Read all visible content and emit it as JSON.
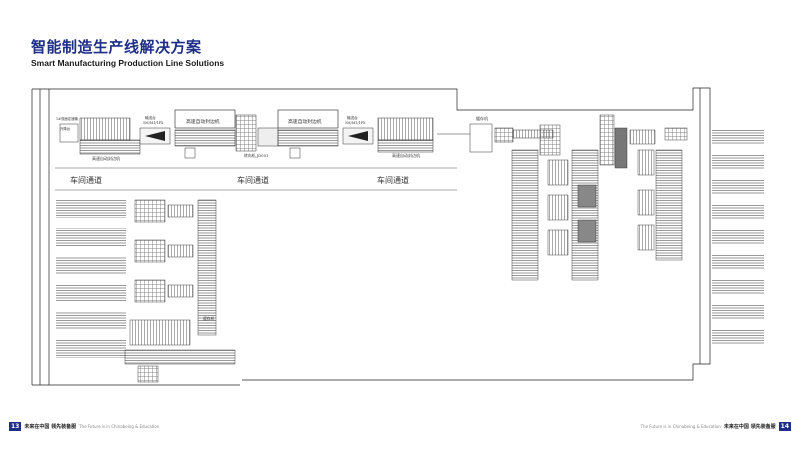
{
  "header": {
    "title": "智能制造生产线解决方案",
    "subtitle": "Smart Manufacturing Production Line Solutions"
  },
  "diagram": {
    "labels": {
      "stacker_left": "1#双面定速输",
      "stacker_left_2": "升降台",
      "edge_bander_left_bottom": "高速自动封边机",
      "conveyor_1": "输送台",
      "conveyor_1_model": "5M/M1/1PX",
      "edge_bander_1": "高速自动封边机",
      "edge_bander_2": "高速自动封边机",
      "conveyor_2": "输送台",
      "conveyor_2_model": "5M/M1/1PX",
      "edge_bander_right_bottom": "高速自动封边机",
      "trim_machine": "转向机,JD001",
      "buffer_machine": "缓存机",
      "loader": "缓存机",
      "aisle_1": "车间通道",
      "aisle_2": "车间通道",
      "aisle_3": "车间通道"
    }
  },
  "footer": {
    "left_page": "13",
    "left_brand": "未来在中国 领先装备服",
    "left_tag": "The Future is in Chinabeing & Education",
    "right_tag": "The Future is in Chinabeing & Education",
    "right_brand": "未来在中国 领先装备服",
    "right_page": "14"
  }
}
